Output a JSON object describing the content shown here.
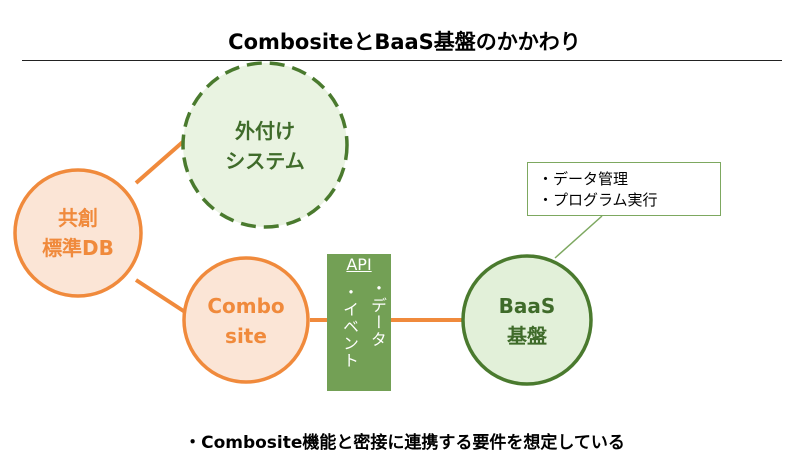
{
  "title": "CombositeとBaaS基盤のかかわり",
  "nodes": {
    "kyoso_line1": "共創",
    "kyoso_line2": "標準DB",
    "external_line1": "外付け",
    "external_line2": "システム",
    "combo_line1": "Combo",
    "combo_line2": "site",
    "baas_line1": "BaaS",
    "baas_line2": "基盤"
  },
  "connector": {
    "api_label": "API",
    "col_right": "・データ",
    "col_left": "・イベント"
  },
  "callout": {
    "line1": "・データ管理",
    "line2": "・プログラム実行"
  },
  "footer": "・Combosite機能と密接に連携する要件を想定している",
  "colors": {
    "orange_stroke": "#f08a3c",
    "orange_fill": "#fbe5d6",
    "green_stroke": "#4a7a2e",
    "green_fill": "#e2f0d9",
    "green_dashed_fill": "#e9f3e1",
    "connector_bg": "#73a055"
  }
}
